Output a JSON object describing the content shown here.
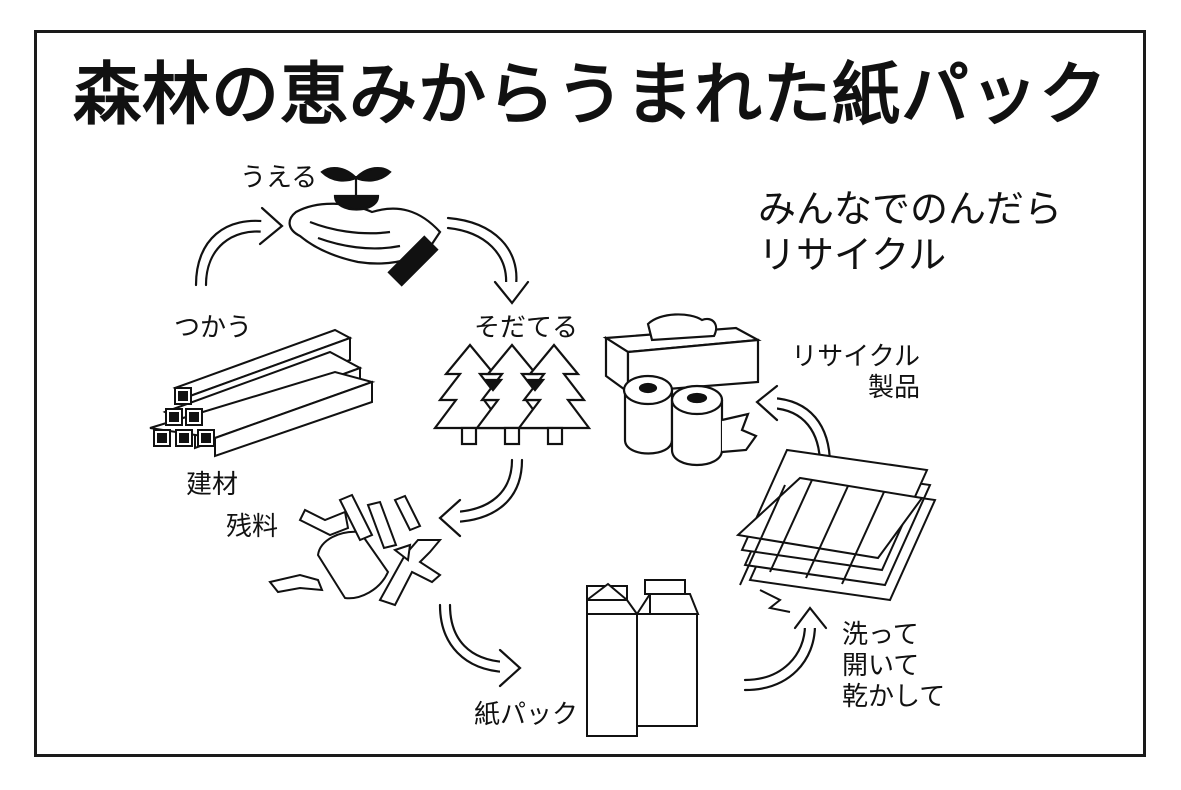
{
  "title": "森林の恵みからうまれた紙パック",
  "slogan": {
    "line1": "みんなでのんだら",
    "line2": "リサイクル"
  },
  "labels": {
    "plant": "うえる",
    "grow": "そだてる",
    "use": "つかう",
    "lumber": "建材",
    "scraps": "残料",
    "carton": "紙パック",
    "recycled_line1": "リサイクル",
    "recycled_line2": "製品",
    "process_line1": "洗って",
    "process_line2": "開いて",
    "process_line3": "乾かして"
  }
}
